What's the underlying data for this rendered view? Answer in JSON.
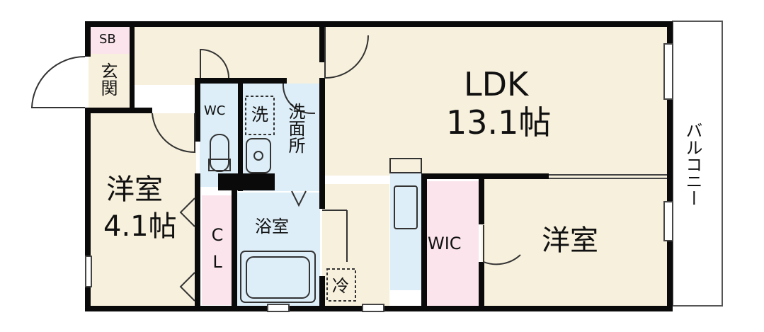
{
  "rooms": {
    "sb": "SB",
    "entrance": "玄関",
    "wc": "WC",
    "washer": "洗",
    "washroom": "洗面所",
    "bedroom_west": {
      "name": "洋室",
      "size": "4.1帖"
    },
    "closet": "CL",
    "bath": "浴室",
    "fridge": "冷",
    "ldk": {
      "name": "LDK",
      "size": "13.1帖"
    },
    "wic": "WIC",
    "bedroom_east": "洋室",
    "balcony": "バルコニー"
  },
  "colors": {
    "wall": "#0a0a0a",
    "floor_wood": "#f7f0dc",
    "floor_wet": "#ddeef8",
    "floor_storage": "#fbe4ec",
    "floor_balcony": "#ffffff"
  }
}
